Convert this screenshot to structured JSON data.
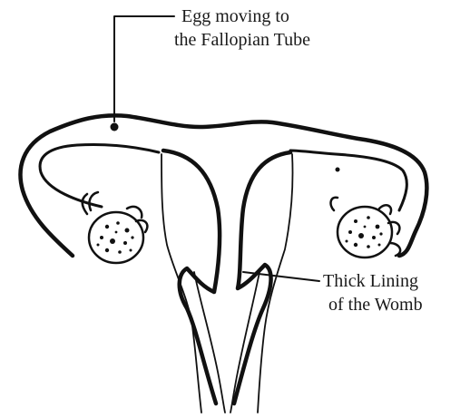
{
  "labels": {
    "egg_line1": "Egg moving to",
    "egg_line2": "the Fallopian Tube",
    "lining_line1": "Thick Lining",
    "lining_line2": "of the Womb"
  },
  "colors": {
    "ink": "#111111",
    "background": "#ffffff"
  }
}
